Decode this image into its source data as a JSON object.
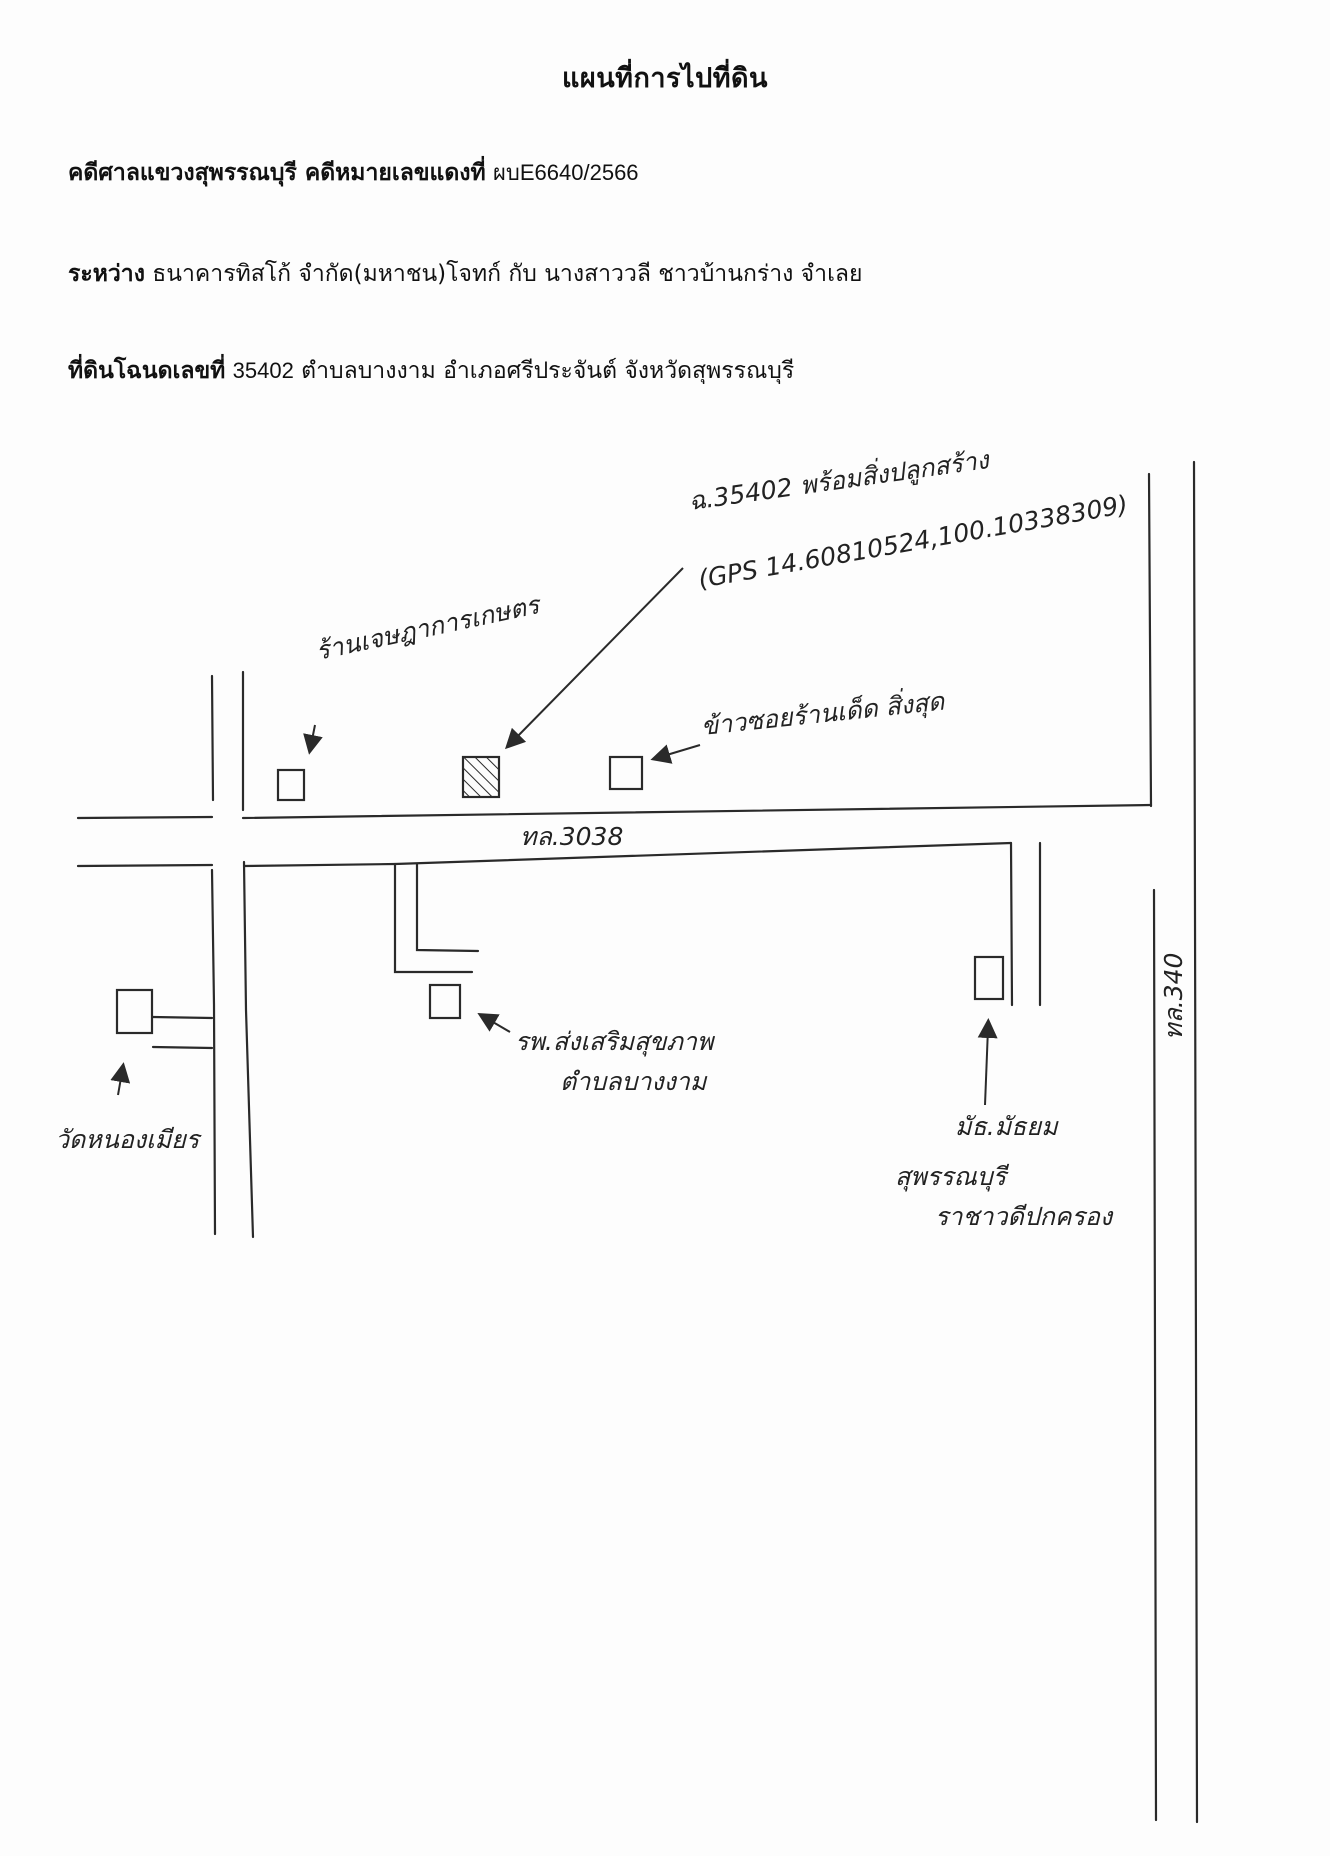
{
  "document": {
    "title": "แผนที่การไปที่ดิน",
    "case_line": {
      "label": "คดีศาลแขวงสุพรรณบุรี คดีหมายเลขแดงที่",
      "number": "ผบE6640/2566"
    },
    "parties_line": {
      "label": "ระหว่าง",
      "text": "ธนาคารทิสโก้ จำกัด(มหาชน)โจทก์ กับ นางสาววลี  ชาวบ้านกร่าง จำเลย"
    },
    "land_line": {
      "label": "ที่ดินโฉนดเลขที่",
      "number": "35402",
      "text": "ตำบลบางงาม อำเภอศรีประจันต์ จังหวัดสุพรรณบุรี"
    }
  },
  "map": {
    "target_parcel": {
      "deed_note": "ฉ.35402 พร้อมสิ่งปลูกสร้าง",
      "gps_note": "(GPS 14.60810524,100.10338309)"
    },
    "road_main": "ทล.3038",
    "road_east": "ทล.340",
    "landmarks": {
      "shop": "ร้านเจษฎาการเกษตร",
      "noodle": "ข้าวซอยร้านเด็ด สิ่งสุด",
      "hospital_line1": "รพ.ส่งเสริมสุขภาพ",
      "hospital_line2": "ตำบลบางงาม",
      "temple": "วัดหนองเมียร",
      "school_line1": "มัธ.มัธยม",
      "school_line2": "สุพรรณบุรี",
      "school_line3": "ราชาวดีปกครอง"
    },
    "colors": {
      "ink": "#2a2a2a",
      "paper": "#fdfdfd"
    }
  }
}
